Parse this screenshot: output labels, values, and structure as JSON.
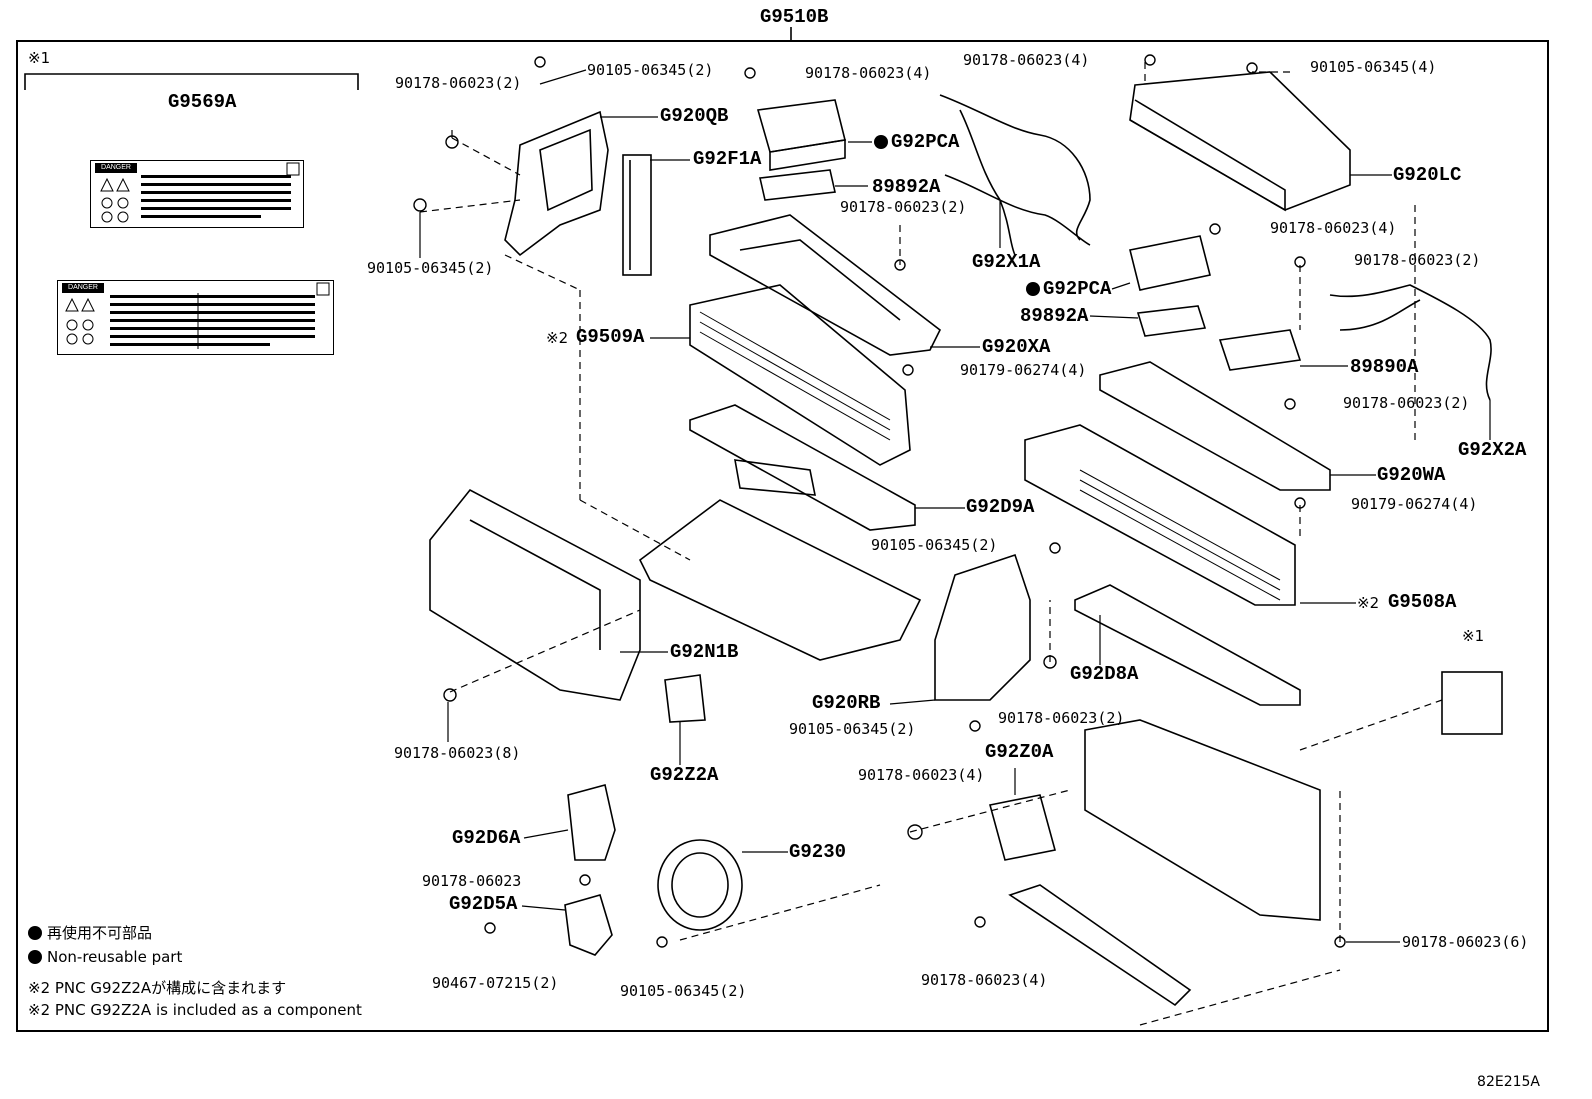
{
  "title": "G9510B",
  "figure_code": "82E215A",
  "markers": {
    "ref1": "※1",
    "ref2": "※2"
  },
  "danger_label_text": "DANGER",
  "part_labels": {
    "G9569A": "G9569A",
    "G920QB": "G920QB",
    "G92F1A": "G92F1A",
    "G92PCA_top": "G92PCA",
    "89892A_top": "89892A",
    "G92X1A": "G92X1A",
    "G920LC": "G920LC",
    "G92PCA_right": "G92PCA",
    "89892A_right": "89892A",
    "89890A": "89890A",
    "G92X2A": "G92X2A",
    "G9509A": "G9509A",
    "G920XA": "G920XA",
    "G920WA": "G920WA",
    "G92D9A": "G92D9A",
    "G9508A": "G9508A",
    "G92N1B": "G92N1B",
    "G920RB": "G920RB",
    "G92D8A": "G92D8A",
    "G92Z2A": "G92Z2A",
    "G92Z0A": "G92Z0A",
    "G92D6A": "G92D6A",
    "G9230": "G9230",
    "G92D5A": "G92D5A"
  },
  "fastener_labels": {
    "f1": "90178-06023(2)",
    "f2": "90105-06345(2)",
    "f3": "90178-06023(4)",
    "f4": "90178-06023(4)",
    "f5": "90105-06345(4)",
    "f6": "90178-06023(2)",
    "f7": "90178-06023(4)",
    "f8": "90105-06345(2)",
    "f9": "90178-06023(2)",
    "f10": "90179-06274(4)",
    "f11": "90178-06023(2)",
    "f12": "90179-06274(4)",
    "f13": "90105-06345(2)",
    "f14": "90178-06023(8)",
    "f15": "90105-06345(2)",
    "f16": "90178-06023(2)",
    "f17": "90178-06023(4)",
    "f18": "90178-06023",
    "f19": "90467-07215(2)",
    "f20": "90105-06345(2)",
    "f21": "90178-06023(4)",
    "f22": "90178-06023(6)"
  },
  "legend": {
    "non_reusable_jp": "再使用不可部品",
    "non_reusable_en": "Non-reusable part",
    "note2_jp": "※2 PNC G92Z2Aが構成に含まれます",
    "note2_en": "※2 PNC G92Z2A is included as a component"
  }
}
